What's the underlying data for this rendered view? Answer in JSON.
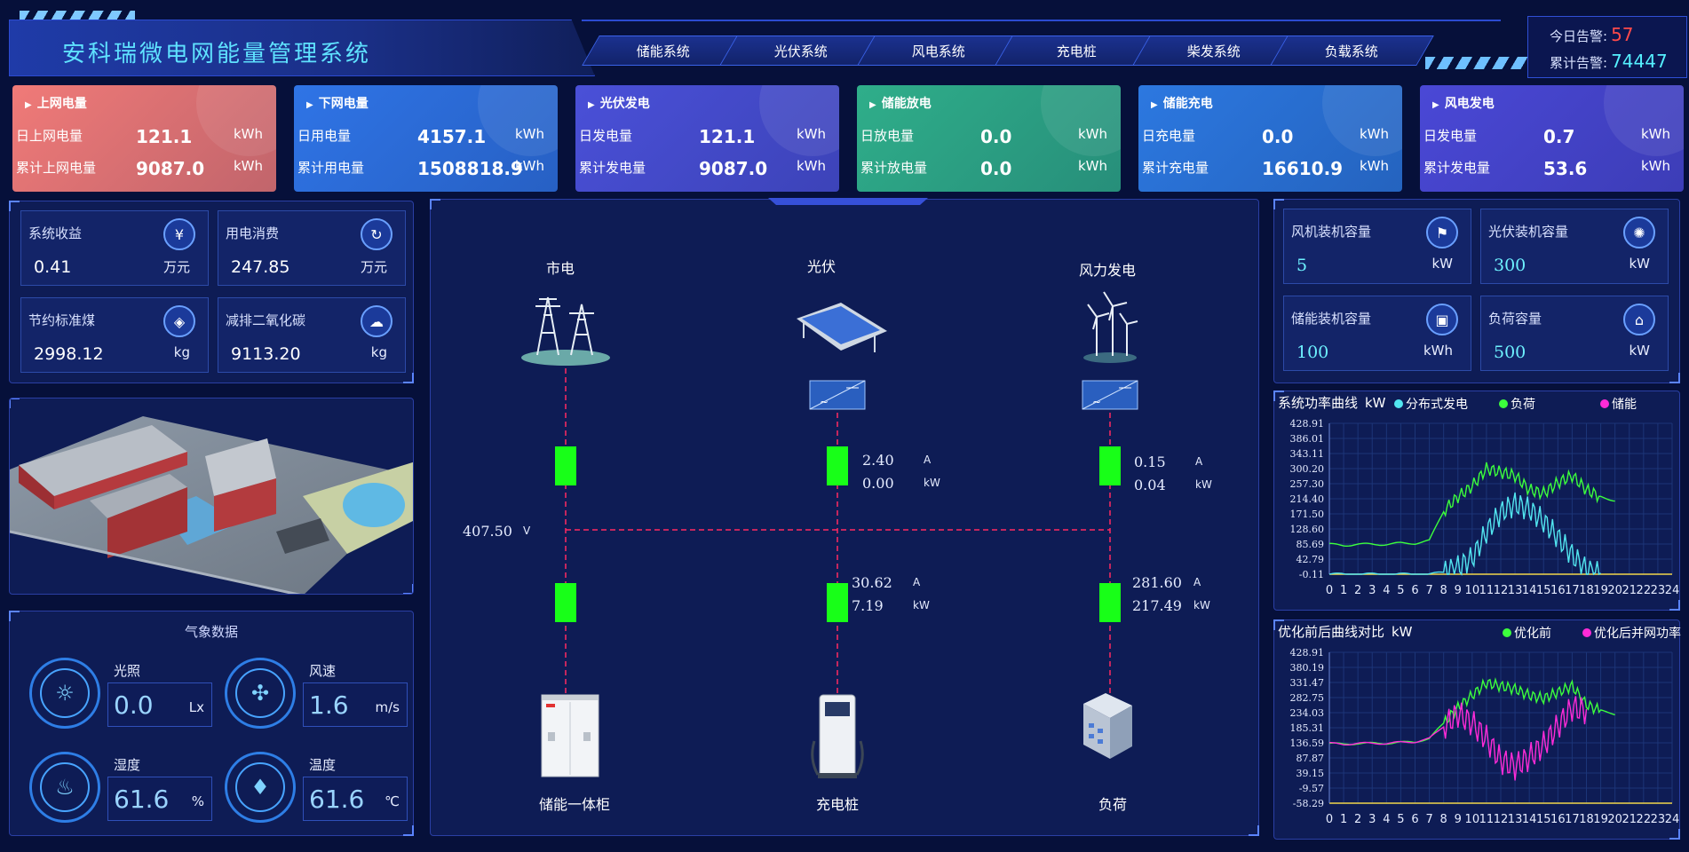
{
  "header": {
    "title": "安科瑞微电网能量管理系统",
    "nav": [
      "储能系统",
      "光伏系统",
      "风电系统",
      "充电桩",
      "柴发系统",
      "负载系统"
    ],
    "alarm_today_label": "今日告警:",
    "alarm_today_value": "57",
    "alarm_total_label": "累计告警:",
    "alarm_total_value": "74447"
  },
  "kpis": [
    {
      "title": "上网电量",
      "r1_label": "日上网电量",
      "r1_value": "121.1",
      "r1_unit": "kWh",
      "r2_label": "累计上网电量",
      "r2_value": "9087.0",
      "r2_unit": "kWh",
      "color": "#f07a78"
    },
    {
      "title": "下网电量",
      "r1_label": "日用电量",
      "r1_value": "4157.1",
      "r1_unit": "kWh",
      "r2_label": "累计用电量",
      "r2_value": "1508818.9",
      "r2_unit": "kWh",
      "color": "#2f74e6"
    },
    {
      "title": "光伏发电",
      "r1_label": "日发电量",
      "r1_value": "121.1",
      "r1_unit": "kWh",
      "r2_label": "累计发电量",
      "r2_value": "9087.0",
      "r2_unit": "kWh",
      "color": "#4a50d8"
    },
    {
      "title": "储能放电",
      "r1_label": "日放电量",
      "r1_value": "0.0",
      "r1_unit": "kWh",
      "r2_label": "累计放电量",
      "r2_value": "0.0",
      "r2_unit": "kWh",
      "color": "#2fae8a"
    },
    {
      "title": "储能充电",
      "r1_label": "日充电量",
      "r1_value": "0.0",
      "r1_unit": "kWh",
      "r2_label": "累计充电量",
      "r2_value": "16610.9",
      "r2_unit": "kWh",
      "color": "#2c78e0"
    },
    {
      "title": "风电发电",
      "r1_label": "日发电量",
      "r1_value": "0.7",
      "r1_unit": "kWh",
      "r2_label": "累计发电量",
      "r2_value": "53.6",
      "r2_unit": "kWh",
      "color": "#4a48d6"
    }
  ],
  "left_stats": [
    {
      "label": "系统收益",
      "value": "0.41",
      "unit": "万元",
      "icon": "money-bag-icon"
    },
    {
      "label": "用电消费",
      "value": "247.85",
      "unit": "万元",
      "icon": "money-refresh-icon"
    },
    {
      "label": "节约标准煤",
      "value": "2998.12",
      "unit": "kg",
      "icon": "coal-icon"
    },
    {
      "label": "减排二氧化碳",
      "value": "9113.20",
      "unit": "kg",
      "icon": "co2-cloud-icon"
    }
  ],
  "weather": {
    "title": "气象数据",
    "items": [
      {
        "label": "光照",
        "value": "0.0",
        "unit": "Lx",
        "icon": "sun-icon"
      },
      {
        "label": "风速",
        "value": "1.6",
        "unit": "m/s",
        "icon": "fan-icon"
      },
      {
        "label": "湿度",
        "value": "61.6",
        "unit": "%",
        "icon": "droplet-icon"
      },
      {
        "label": "温度",
        "value": "61.6",
        "unit": "℃",
        "icon": "thermometer-icon"
      }
    ]
  },
  "capacity": [
    {
      "label": "风机装机容量",
      "value": "5",
      "unit": "kW",
      "icon": "wind-turbine-icon"
    },
    {
      "label": "光伏装机容量",
      "value": "300",
      "unit": "kW",
      "icon": "solar-icon"
    },
    {
      "label": "储能装机容量",
      "value": "100",
      "unit": "kWh",
      "icon": "battery-icon"
    },
    {
      "label": "负荷容量",
      "value": "500",
      "unit": "kW",
      "icon": "load-icon"
    }
  ],
  "diagram": {
    "sources": [
      "市电",
      "光伏",
      "风力发电"
    ],
    "sinks": [
      "储能一体柜",
      "充电桩",
      "负荷"
    ],
    "bus_voltage": "407.50",
    "bus_unit": "V",
    "pv_current": "2.40",
    "pv_power": "0.00",
    "wind_current": "0.15",
    "wind_power": "0.04",
    "charger_current": "30.62",
    "charger_power": "7.19",
    "load_current": "281.60",
    "load_power": "217.49",
    "unit_a": "A",
    "unit_kw": "kW"
  },
  "chart_data": [
    {
      "type": "line",
      "title": "系统功率曲线",
      "unit": "kW",
      "x": [
        0,
        1,
        2,
        3,
        4,
        5,
        6,
        7,
        8,
        9,
        10,
        11,
        12,
        13,
        14,
        15,
        16,
        17,
        18,
        19,
        20,
        21,
        22,
        23,
        24
      ],
      "yticks": [
        "428.91",
        "386.01",
        "343.11",
        "300.20",
        "257.30",
        "214.40",
        "171.50",
        "128.60",
        "85.69",
        "42.79",
        "-0.11"
      ],
      "ylim": [
        -0.11,
        428.91
      ],
      "series": [
        {
          "name": "分布式发电",
          "color": "#52e6f0",
          "values": [
            0,
            0,
            0,
            0,
            0,
            0,
            0,
            0,
            5,
            20,
            45,
            120,
            175,
            200,
            185,
            150,
            105,
            55,
            12,
            0,
            null,
            null,
            null,
            null,
            null
          ]
        },
        {
          "name": "负荷",
          "color": "#3cff3c",
          "values": [
            85,
            82,
            85,
            85,
            85,
            88,
            88,
            95,
            180,
            220,
            250,
            300,
            290,
            280,
            240,
            230,
            260,
            280,
            240,
            220,
            210,
            null,
            null,
            null,
            null
          ]
        },
        {
          "name": "储能",
          "color": "#ff2bd8",
          "values": []
        }
      ]
    },
    {
      "type": "line",
      "title": "优化前后曲线对比",
      "unit": "kW",
      "x": [
        0,
        1,
        2,
        3,
        4,
        5,
        6,
        7,
        8,
        9,
        10,
        11,
        12,
        13,
        14,
        15,
        16,
        17,
        18,
        19,
        20,
        21,
        22,
        23,
        24
      ],
      "yticks": [
        "428.91",
        "380.19",
        "331.47",
        "282.75",
        "234.03",
        "185.31",
        "136.59",
        "87.87",
        "39.15",
        "-9.57",
        "-58.29"
      ],
      "ylim": [
        -58.29,
        428.91
      ],
      "series": [
        {
          "name": "优化前",
          "color": "#3cff3c",
          "values": [
            135,
            132,
            135,
            135,
            135,
            138,
            140,
            150,
            200,
            250,
            290,
            330,
            320,
            310,
            290,
            280,
            300,
            320,
            260,
            240,
            230,
            null,
            null,
            null,
            null
          ]
        },
        {
          "name": "优化后并网功率",
          "color": "#ff2bd8",
          "values": [
            135,
            132,
            135,
            135,
            135,
            138,
            140,
            150,
            190,
            230,
            200,
            150,
            80,
            60,
            90,
            130,
            190,
            250,
            240,
            null,
            null,
            null,
            null,
            null,
            null
          ]
        }
      ]
    }
  ]
}
